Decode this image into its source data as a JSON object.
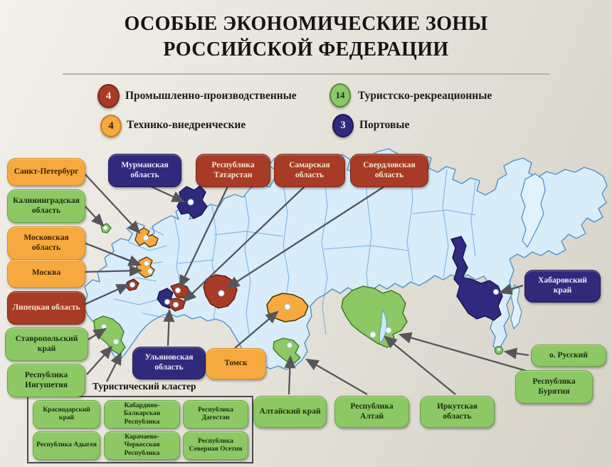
{
  "title": {
    "line1": "ОСОБЫЕ ЭКОНОМИЧЕСКИЕ ЗОНЫ",
    "line2": "РОССИЙСКОЙ ФЕДЕРАЦИИ"
  },
  "legend": {
    "items": [
      {
        "count": "4",
        "label": "Промышленно-производственные",
        "type": "industrial",
        "color": "#a73b26"
      },
      {
        "count": "4",
        "label": "Технико-внедренческие",
        "type": "tech",
        "color": "#f6a93e"
      },
      {
        "count": "14",
        "label": "Туристско-рекреационные",
        "type": "tourist",
        "color": "#8cc863"
      },
      {
        "count": "3",
        "label": "Портовые",
        "type": "port",
        "color": "#312a7c"
      }
    ]
  },
  "map": {
    "labels": [
      {
        "id": "sankt-peterburg",
        "text": "Санкт-Петербург",
        "type": "tech"
      },
      {
        "id": "kaliningradskaya",
        "text": "Калининградская область",
        "type": "tourist"
      },
      {
        "id": "moskovskaya-oblast",
        "text": "Московская область",
        "type": "tech"
      },
      {
        "id": "moskva",
        "text": "Москва",
        "type": "tech"
      },
      {
        "id": "lipetskaya-oblast",
        "text": "Липецкая область",
        "type": "industrial"
      },
      {
        "id": "stavropolskiy-kray",
        "text": "Ставропольский край",
        "type": "tourist"
      },
      {
        "id": "respublika-ingushetiya",
        "text": "Республика Ингушетия",
        "type": "tourist"
      },
      {
        "id": "murmanskaya-oblast",
        "text": "Мурманская область",
        "type": "port"
      },
      {
        "id": "respublika-tatarstan",
        "text": "Республика Татарстан",
        "type": "industrial"
      },
      {
        "id": "samarskaya-oblast",
        "text": "Самарская область",
        "type": "industrial"
      },
      {
        "id": "sverdlovskaya-oblast",
        "text": "Свердловская область",
        "type": "industrial"
      },
      {
        "id": "khabarovskiy-kray",
        "text": "Хабаровский край",
        "type": "port"
      },
      {
        "id": "ostrov-russkiy",
        "text": "о. Русский",
        "type": "tourist"
      },
      {
        "id": "respublika-buryatiya",
        "text": "Республика Бурятия",
        "type": "tourist"
      },
      {
        "id": "ulyanovskaya-oblast",
        "text": "Ульяновская область",
        "type": "port"
      },
      {
        "id": "tomsk",
        "text": "Томск",
        "type": "tech"
      },
      {
        "id": "altayskiy-kray",
        "text": "Алтайский край",
        "type": "tourist"
      },
      {
        "id": "respublika-altay",
        "text": "Республика Алтай",
        "type": "tourist"
      },
      {
        "id": "irkutskaya-oblast",
        "text": "Иркутская область",
        "type": "tourist"
      }
    ],
    "cluster": {
      "caption": "Туристический кластер",
      "items": [
        {
          "id": "krasnodarskiy-kray",
          "text": "Краснодарский край"
        },
        {
          "id": "kabardino-balkarskaya",
          "text": "Кабардино-Балкарская Республика"
        },
        {
          "id": "respublika-dagestan",
          "text": "Республика Дагестан"
        },
        {
          "id": "respublika-adygeya",
          "text": "Республика Адыгея"
        },
        {
          "id": "karachaevo-cherkesskaya",
          "text": "Карачаево-Черкесская Республика"
        },
        {
          "id": "severnaya-osetiya",
          "text": "Республика Северная Осетия"
        }
      ]
    }
  },
  "colors": {
    "industrial": "#a73b26",
    "tech": "#f6a93e",
    "tourist": "#8cc863",
    "port": "#312a7c",
    "map_land": "#d9ecfa",
    "map_border": "#4f93c9",
    "arrow": "#55565a",
    "background": "#e6e3db"
  }
}
